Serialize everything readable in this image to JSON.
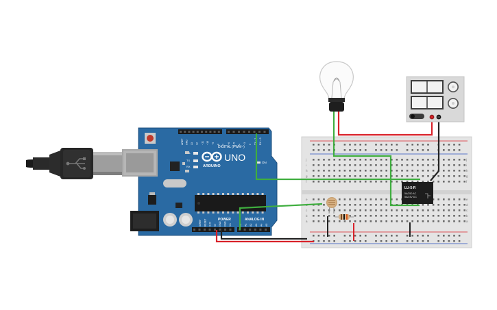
{
  "arduino": {
    "brand": "ARDUINO",
    "model": "UNO",
    "digital_header": "DIGITAL (PWM~)",
    "power_header": "POWER",
    "analog_header": "ANALOG IN",
    "on_label": "ON",
    "l_label": "L",
    "tx_label": "TX",
    "rx_label": "RX",
    "top_pins": [
      "AREF",
      "GND",
      "13",
      "12",
      "~11",
      "~10",
      "~9",
      "8",
      "7",
      "~6",
      "~5",
      "4",
      "~3",
      "2",
      "TX→1",
      "RX←0"
    ],
    "power_pins": [
      "IOREF",
      "RESET",
      "3.3V",
      "5V",
      "GND",
      "GND",
      "Vin"
    ],
    "analog_pins": [
      "A0",
      "A1",
      "A2",
      "A3",
      "A4",
      "A5"
    ]
  },
  "relay": {
    "name": "LU-5-R",
    "rating_1": "5A/250 AC",
    "rating_2": "5A/24V DC"
  },
  "breadboard": {
    "row_letters_top": [
      "j",
      "i",
      "h",
      "g",
      "f"
    ],
    "row_letters_bottom": [
      "e",
      "d",
      "c",
      "b",
      "a"
    ],
    "column_count": 30
  },
  "colors": {
    "arduino_blue": "#2a6aa3",
    "wire_red": "#d9222a",
    "wire_black": "#222222",
    "wire_green": "#3fae3f",
    "breadboard": "#e4e4e4",
    "relay": "#1d1d1d"
  }
}
